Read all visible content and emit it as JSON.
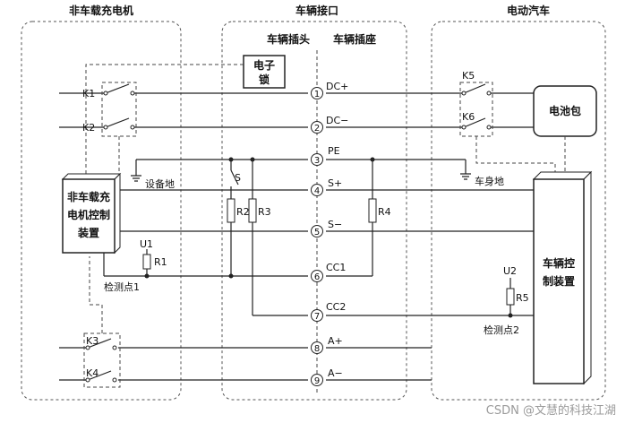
{
  "headers": {
    "left": "非车载充电机",
    "center": "车辆接口",
    "right": "电动汽车"
  },
  "interface": {
    "plug": "车辆插头",
    "socket": "车辆插座"
  },
  "pins": [
    {
      "num": "1",
      "label": "DC+"
    },
    {
      "num": "2",
      "label": "DC−"
    },
    {
      "num": "3",
      "label": "PE"
    },
    {
      "num": "4",
      "label": "S+"
    },
    {
      "num": "5",
      "label": "S−"
    },
    {
      "num": "6",
      "label": "CC1"
    },
    {
      "num": "7",
      "label": "CC2"
    },
    {
      "num": "8",
      "label": "A+"
    },
    {
      "num": "9",
      "label": "A−"
    }
  ],
  "components": {
    "e_lock": [
      "电子",
      "锁"
    ],
    "charger_ctrl": [
      "非车载充",
      "电机控制",
      "装置"
    ],
    "battery": "电池包",
    "vehicle_ctrl": [
      "车辆控",
      "制装置"
    ],
    "k1": "K1",
    "k2": "K2",
    "k3": "K3",
    "k4": "K4",
    "k5": "K5",
    "k6": "K6",
    "s": "S",
    "r1": "R1",
    "r2": "R2",
    "r3": "R3",
    "r4": "R4",
    "r5": "R5",
    "u1": "U1",
    "u2": "U2",
    "device_ground": "设备地",
    "body_ground": "车身地",
    "detect1": "检测点1",
    "detect2": "检测点2"
  },
  "watermark": "CSDN @文慧的科技江湖"
}
